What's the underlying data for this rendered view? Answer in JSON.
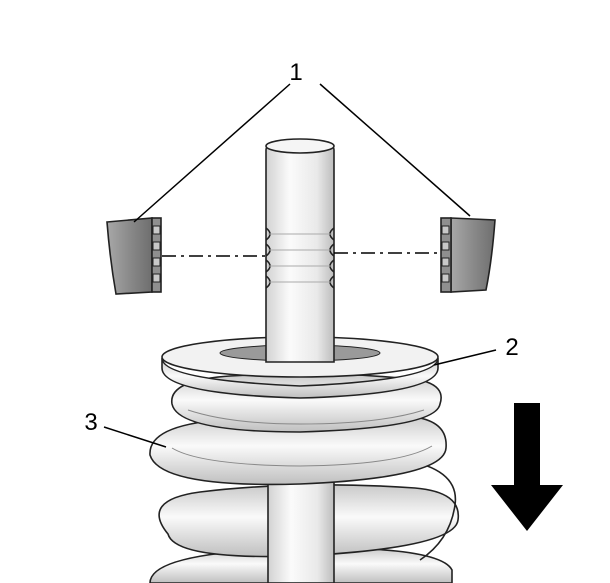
{
  "callouts": {
    "item_1": "1",
    "item_2": "2",
    "item_3": "3"
  },
  "parts": {
    "keeper_halves": "valve-keeper-icon",
    "valve_stem": "valve-stem-icon",
    "spring_retainer": "spring-retainer-icon",
    "valve_spring": "valve-spring-icon",
    "direction_arrow": "arrow-down-icon"
  },
  "colors": {
    "line": "#000000",
    "keeper_fill": "#8c8c8c",
    "metal_fill": "#eeeeee",
    "background": "#ffffff"
  }
}
